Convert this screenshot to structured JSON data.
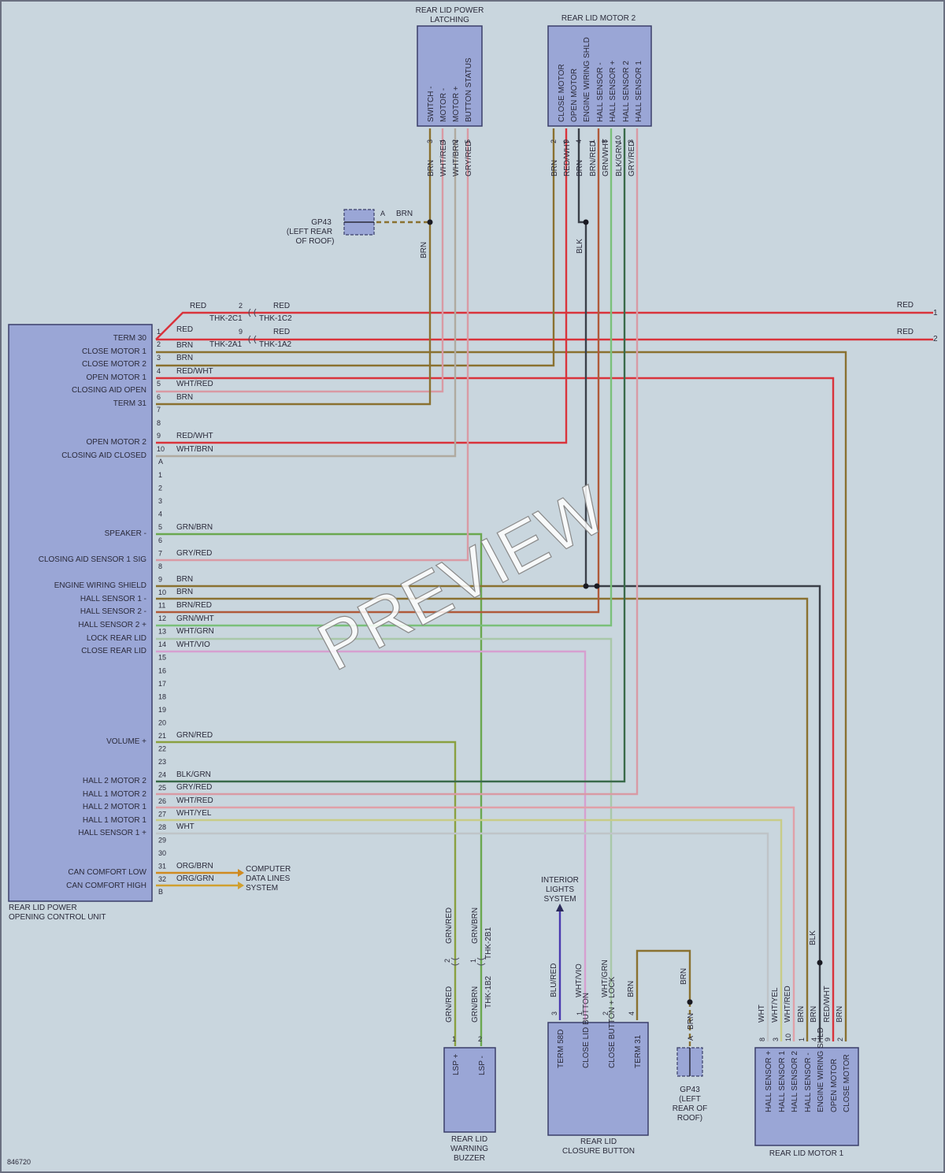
{
  "colors": {
    "RED": "#d9333b",
    "BRN": "#8a7130",
    "WHT": "#c4c8cc",
    "GRN": "#4caf50",
    "BLK": "#3a3f48",
    "GRY": "#9aa0a6",
    "VIO": "#d070c8",
    "YEL": "#c8cc66",
    "BLUE": "#4a3ab0",
    "ORG": "#d08a20",
    "pinkish": "#d99aa4"
  },
  "footer_code": "846720",
  "watermark": "PREVIEW",
  "modules": {
    "control_unit": {
      "name_line1": "REAR LID POWER",
      "name_line2": "OPENING CONTROL UNIT",
      "conn_a": "A",
      "conn_b": "B",
      "labels": [
        "TERM 30",
        "CLOSE MOTOR 1",
        "CLOSE MOTOR 2",
        "OPEN MOTOR 1",
        "CLOSING AID OPEN",
        "TERM 31",
        "OPEN MOTOR 2",
        "CLOSING AID CLOSED",
        "SPEAKER -",
        "CLOSING AID SENSOR 1 SIG",
        "ENGINE WIRING SHIELD",
        "HALL SENSOR 1 -",
        "HALL SENSOR 2 -",
        "HALL SENSOR 2 +",
        "LOCK REAR LID",
        "CLOSE REAR LID",
        "VOLUME +",
        "HALL 2 MOTOR 2",
        "HALL 1 MOTOR 2",
        "HALL 2 MOTOR 1",
        "HALL 1 MOTOR 1",
        "HALL SENSOR 1 +",
        "CAN COMFORT LOW",
        "CAN COMFORT HIGH"
      ],
      "pins_a": [
        "1",
        "2",
        "3",
        "4",
        "5",
        "6",
        "7",
        "8",
        "9",
        "10"
      ],
      "pins_b": [
        "1",
        "2",
        "3",
        "4",
        "5",
        "6",
        "7",
        "8",
        "9",
        "10",
        "11",
        "12",
        "13",
        "14",
        "15",
        "16",
        "17",
        "18",
        "19",
        "20",
        "21",
        "22",
        "23",
        "24",
        "25",
        "26",
        "27",
        "28",
        "29",
        "30",
        "31",
        "32"
      ],
      "wire_colors_a": [
        "RED",
        "BRN",
        "BRN",
        "RED/WHT",
        "WHT/RED",
        "BRN",
        "RED/WHT",
        "WHT/BRN"
      ],
      "wire_colors_b": [
        "GRN/BRN",
        "GRY/RED",
        "BRN",
        "BRN",
        "BRN/RED",
        "GRN/WHT",
        "WHT/GRN",
        "WHT/VIO",
        "GRN/RED",
        "BLK/GRN",
        "GRY/RED",
        "WHT/RED",
        "WHT/YEL",
        "WHT",
        "ORG/BRN",
        "ORG/GRN"
      ]
    },
    "latching": {
      "name_line1": "REAR LID POWER",
      "name_line2": "LATCHING",
      "labels": [
        "SWITCH -",
        "MOTOR -",
        "MOTOR +",
        "BUTTON STATUS"
      ],
      "pins": [
        "3",
        "4",
        "2",
        "5"
      ],
      "wires": [
        "BRN",
        "WHT/RED",
        "WHT/BRN",
        "GRY/RED"
      ]
    },
    "motor2": {
      "name": "REAR LID MOTOR 2",
      "labels": [
        "CLOSE MOTOR",
        "OPEN MOTOR",
        "ENGINE WIRING SHLD",
        "HALL SENSOR -",
        "HALL SENSOR +",
        "HALL SENSOR 2",
        "HALL SENSOR 1"
      ],
      "pins": [
        "2",
        "9",
        "4",
        "1",
        "8",
        "10",
        "3"
      ],
      "wires": [
        "BRN",
        "RED/WHT",
        "BRN",
        "BRN/RED",
        "GRN/WHT",
        "BLK/GRN",
        "GRY/RED"
      ]
    },
    "buzzer": {
      "name_line1": "REAR LID",
      "name_line2": "WARNING",
      "name_line3": "BUZZER",
      "labels": [
        "LSP +",
        "LSP -"
      ],
      "pins": [
        "1",
        "2"
      ],
      "wires": [
        "GRN/RED",
        "GRN/BRN"
      ]
    },
    "closure_button": {
      "name_line1": "REAR LID",
      "name_line2": "CLOSURE BUTTON",
      "labels": [
        "TERM 58D",
        "CLOSE LID BUTTON",
        "CLOSE BUTTON + LOCK",
        "TERM 31"
      ],
      "pins": [
        "3",
        "1",
        "2",
        "4"
      ],
      "wires": [
        "BLU/RED",
        "WHT/VIO",
        "WHT/GRN",
        "BRN"
      ]
    },
    "motor1": {
      "name": "REAR LID MOTOR 1",
      "labels": [
        "HALL SENSOR +",
        "HALL SENSOR 1",
        "HALL SENSOR 2",
        "HALL SENSOR -",
        "ENGINE WIRING SHLD",
        "OPEN MOTOR",
        "CLOSE MOTOR"
      ],
      "pins": [
        "8",
        "3",
        "10",
        "1",
        "4",
        "9",
        "2"
      ],
      "wires": [
        "WHT",
        "WHT/YEL",
        "WHT/RED",
        "BRN",
        "BRN",
        "RED/WHT",
        "BRN"
      ]
    }
  },
  "grounds": {
    "gp43_top": {
      "line1": "GP43",
      "line2": "(LEFT REAR",
      "line3": "OF ROOF)",
      "pin": "A",
      "wire": "BRN"
    },
    "gp43_bottom": {
      "line1": "GP43",
      "line2": "(LEFT",
      "line3": "REAR OF",
      "line4": "ROOF)",
      "pin": "A",
      "wire": "BRN"
    }
  },
  "connectors": {
    "c1": {
      "left": "THK-2C1",
      "right": "THK-1C2",
      "pin": "2",
      "wire_left": "RED",
      "wire_right": "RED"
    },
    "c2": {
      "left": "THK-2A1",
      "right": "THK-1A2",
      "pin": "9",
      "wire_left": "RED",
      "wire_right": "RED"
    },
    "c3": {
      "left": "THK-1B2",
      "right": "THK-2B1",
      "pin_a": "2",
      "pin_b": "1",
      "wire_a": "GRN/RED",
      "wire_b": "GRN/BRN"
    }
  },
  "feeds": {
    "feed1": {
      "wire": "RED",
      "ref": "1"
    },
    "feed2": {
      "wire": "RED",
      "ref": "2"
    }
  },
  "systems": {
    "computer_data": {
      "line1": "COMPUTER",
      "line2": "DATA LINES",
      "line3": "SYSTEM"
    },
    "interior_lights": {
      "line1": "INTERIOR",
      "line2": "LIGHTS",
      "line3": "SYSTEM"
    }
  },
  "wire_labels": {
    "blk_upper": "BLK",
    "blk_lower": "BLK",
    "brn_gp43_vertical": "BRN",
    "brn_button_up": "BRN"
  }
}
